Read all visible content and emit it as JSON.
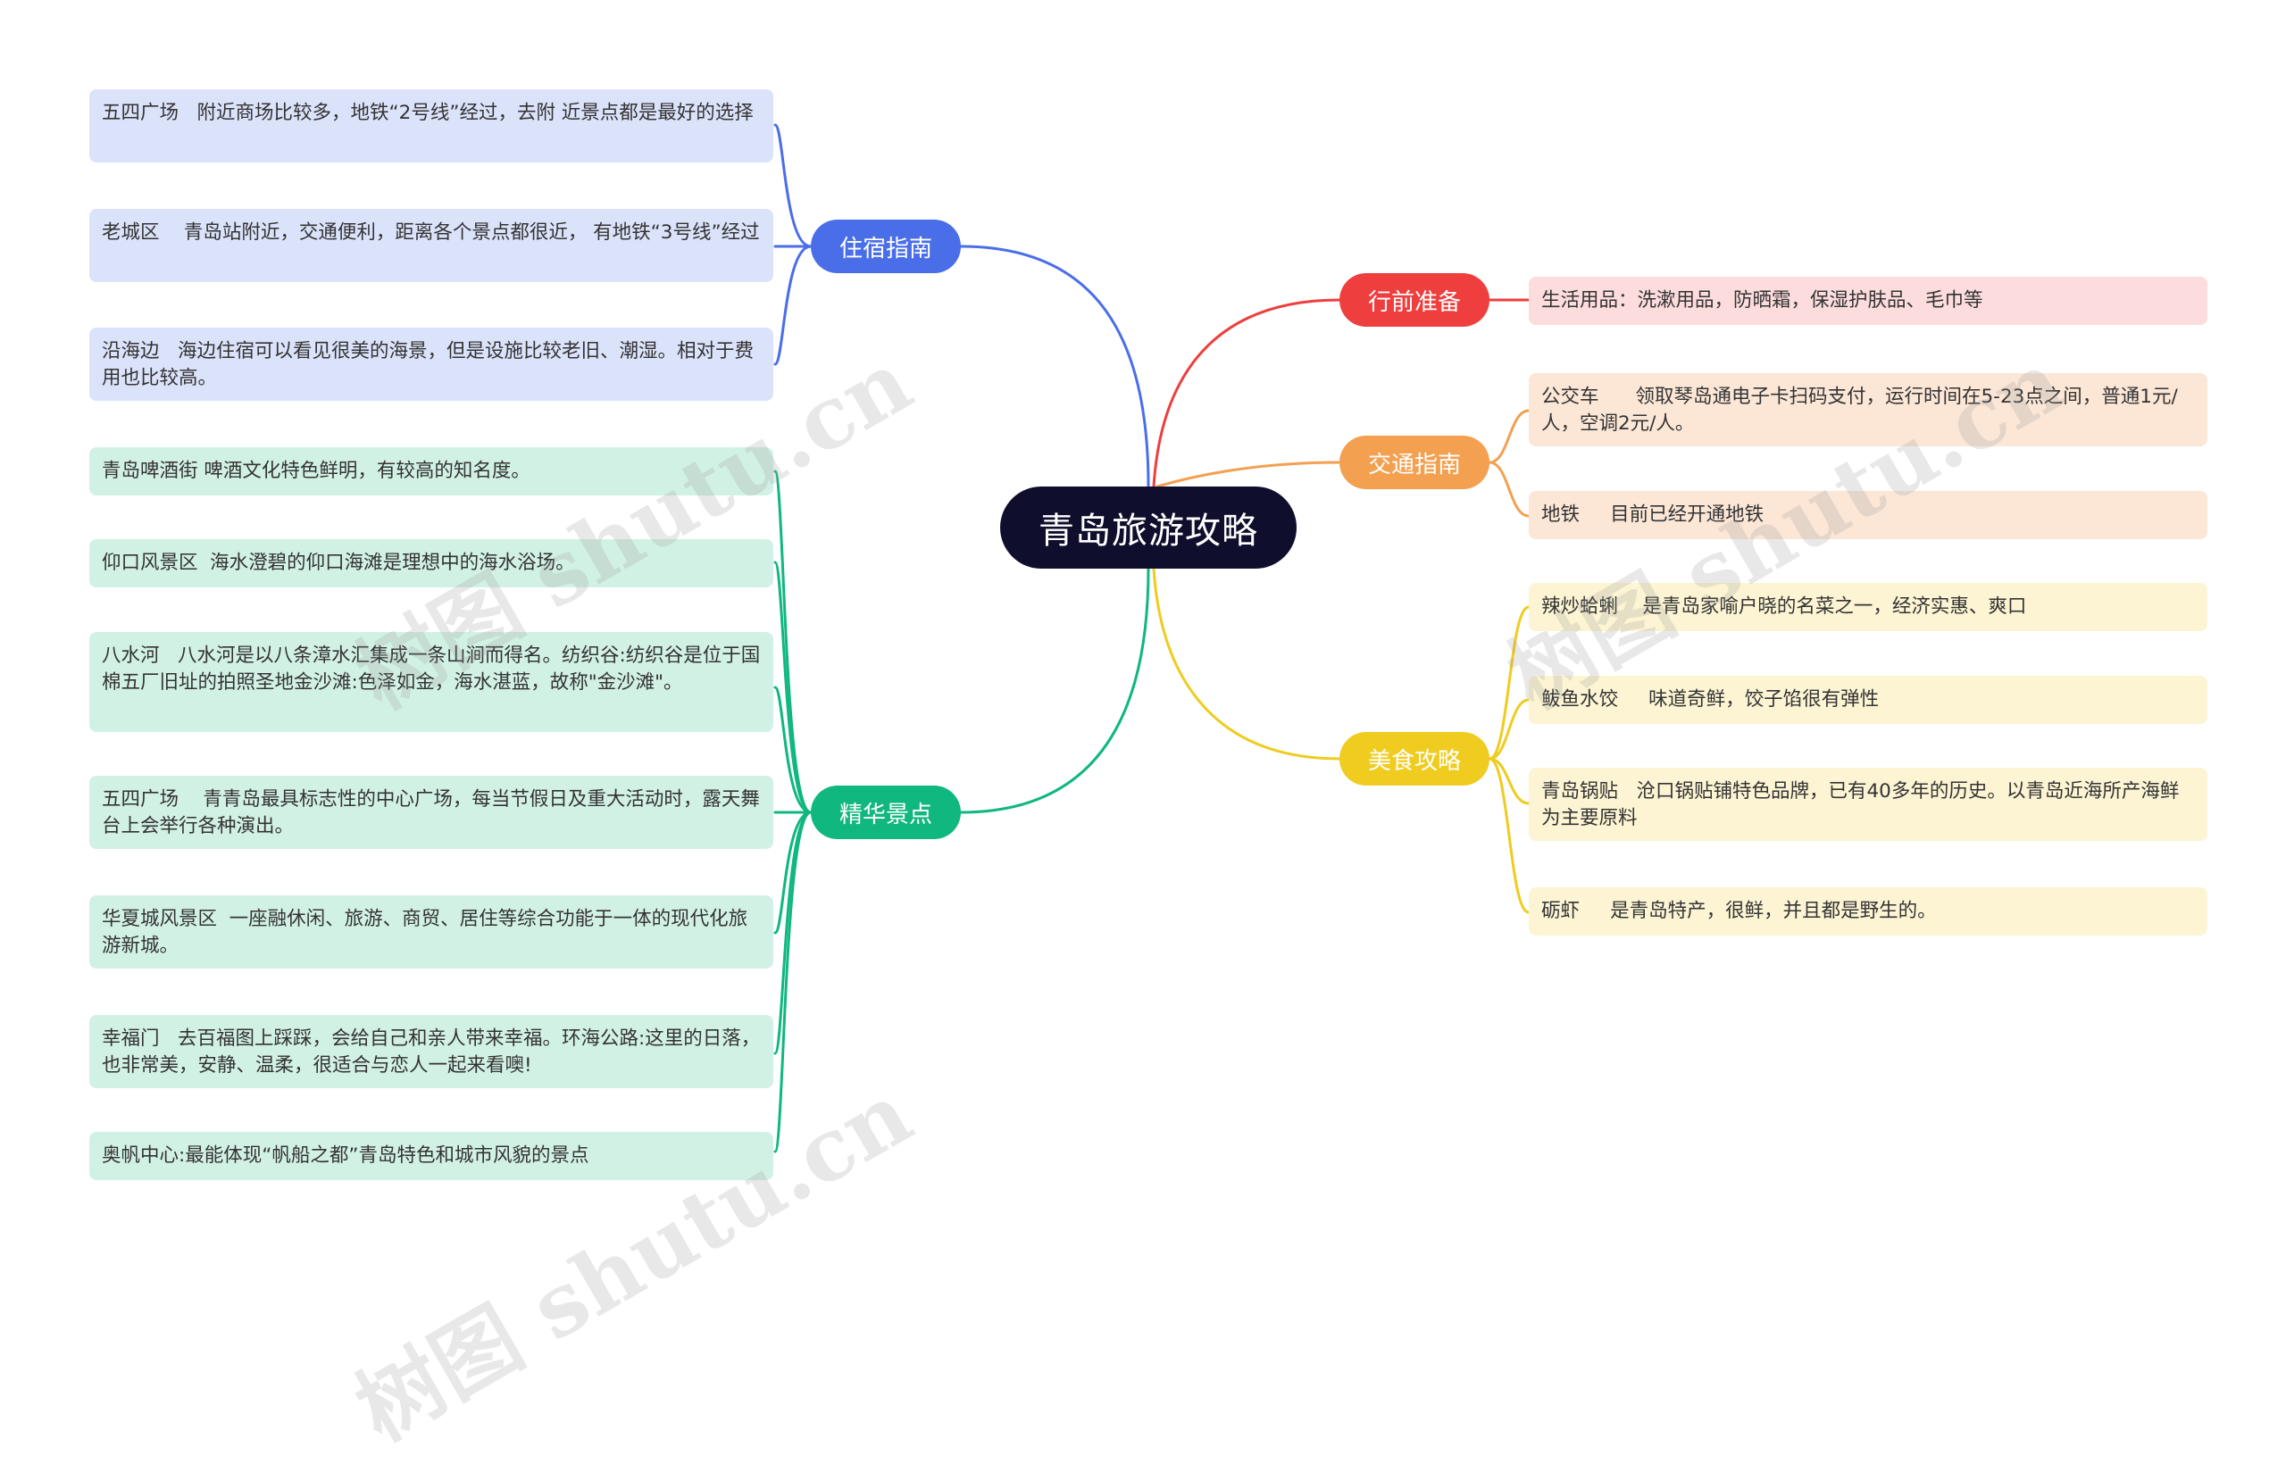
{
  "colors": {
    "root": "#0f0f2d",
    "branch_lodging": "#4a6ee8",
    "branch_sights": "#10b77f",
    "branch_prep": "#ee3e3e",
    "branch_transport": "#f3a050",
    "branch_food": "#efcc1f"
  },
  "root": {
    "label": "青岛旅游攻略"
  },
  "branches": {
    "lodging": {
      "label": "住宿指南",
      "items": [
        "五四广场   附近商场比较多，地铁“2号线”经过，去附 近景点都是最好的选择",
        "老城区    青岛站附近，交通便利，距离各个景点都很近， 有地铁“3号线”经过",
        "沿海边   海边住宿可以看见很美的海景，但是设施比较老旧、潮湿。相对于费用也比较高。"
      ]
    },
    "sights": {
      "label": "精华景点",
      "items": [
        "青岛啤酒街 啤酒文化特色鲜明，有较高的知名度。",
        "仰口风景区  海水澄碧的仰口海滩是理想中的海水浴场。",
        "八水河   八水河是以八条漳水汇集成一条山涧而得名。纺织谷:纺织谷是位于国棉五厂旧址的拍照圣地金沙滩:色泽如金，海水湛蓝，故称\"金沙滩\"。",
        "五四广场    青青岛最具标志性的中心广场，每当节假日及重大活动时，露天舞台上会举行各种演出。",
        "华夏城风景区  一座融休闲、旅游、商贸、居住等综合功能于一体的现代化旅游新城。",
        "幸福门   去百福图上踩踩，会给自己和亲人带来幸福。环海公路:这里的日落，也非常美，安静、温柔，很适合与恋人一起来看噢!",
        "奥帆中心:最能体现“帆船之都”青岛特色和城市风貌的景点"
      ]
    },
    "prep": {
      "label": "行前准备",
      "items": [
        "生活用品：洗漱用品，防晒霜，保湿护肤品、毛巾等"
      ]
    },
    "transport": {
      "label": "交通指南",
      "items": [
        "公交车      领取琴岛通电子卡扫码支付，运行时间在5-23点之间，普通1元/人，空调2元/人。",
        "地铁     目前已经开通地铁"
      ]
    },
    "food": {
      "label": "美食攻略",
      "items": [
        "辣炒蛤蜊    是青岛家喻户晓的名菜之一，经济实惠、爽口",
        "鲅鱼水饺     味道奇鲜，饺子馅很有弹性",
        "青岛锅贴   沧口锅贴铺特色品牌，已有40多年的历史。以青岛近海所产海鲜为主要原料",
        "砺虾     是青岛特产，很鲜，并且都是野生的。"
      ]
    }
  },
  "watermark": {
    "text": "树图 shutu.cn"
  }
}
